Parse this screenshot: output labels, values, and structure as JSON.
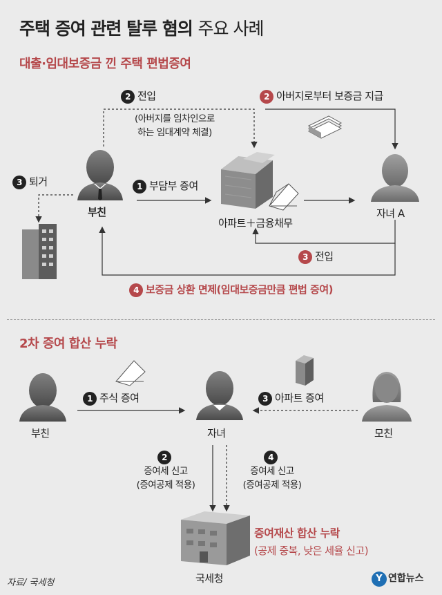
{
  "title": {
    "bold": "주택 증여 관련 탈루 혐의",
    "light": "주요 사례"
  },
  "section1": {
    "heading": "대출·임대보증금 낀 주택 편법증여",
    "father": "부친",
    "child": "자녀 A",
    "apartment": "아파트＋금융채무",
    "step1": {
      "num": "1",
      "text": "부담부 증여"
    },
    "step2_move": {
      "num": "2",
      "text": "전입"
    },
    "step2_note": [
      "(아버지를 임차인으로",
      "하는 임대계약 체결)"
    ],
    "step2_deposit": {
      "num": "2",
      "text": "아버지로부터 보증금 지급"
    },
    "step3_out": {
      "num": "3",
      "text": "퇴거"
    },
    "step3_move": {
      "num": "3",
      "text": "전입"
    },
    "step4": {
      "num": "4",
      "text": "보증금 상환 면제(임대보증금만큼 편법 증여)"
    }
  },
  "section2": {
    "heading": "2차 증여 합산 누락",
    "father": "부친",
    "child": "자녀",
    "mother": "모친",
    "tax_office": "국세청",
    "step1": {
      "num": "1",
      "text": "주식 증여"
    },
    "step3": {
      "num": "3",
      "text": "아파트 증여"
    },
    "step2": {
      "num": "2",
      "line1": "증여세 신고",
      "line2": "(증여공제 적용)"
    },
    "step4": {
      "num": "4",
      "line1": "증여세 신고",
      "line2": "(증여공제 적용)"
    },
    "omission": {
      "line1": "증여재산 합산 누락",
      "line2": "(공제 중복, 낮은 세율 신고)"
    }
  },
  "source": "자료/ 국세청",
  "logo": "연합뉴스",
  "colors": {
    "accent": "#b5484b",
    "background": "#ebebeb",
    "dark": "#222222",
    "person": "#6b6b6b"
  }
}
